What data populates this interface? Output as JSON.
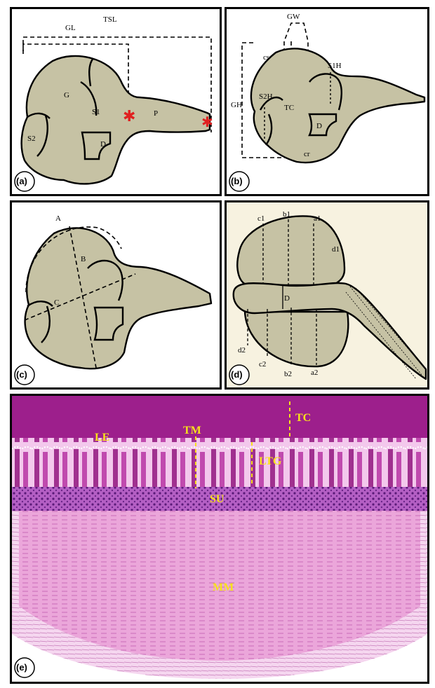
{
  "panels": {
    "a": {
      "tag": "(a)",
      "labels": {
        "tsl": "TSL",
        "gl": "GL",
        "g": "G",
        "s1": "S1",
        "s2": "S2",
        "d": "D",
        "p": "P"
      },
      "marker_color": "#e02020"
    },
    "b": {
      "tag": "(b)",
      "labels": {
        "gw": "GW",
        "cs": "cs",
        "s1h": "S1H",
        "s2h": "S2H",
        "gh": "GH",
        "tc": "TC",
        "d": "D",
        "cr": "cr"
      }
    },
    "c": {
      "tag": "(c)",
      "labels": {
        "a": "A",
        "b": "B",
        "c": "C"
      }
    },
    "d": {
      "tag": "(d)",
      "labels": {
        "c1": "c1",
        "b1": "b1",
        "a1": "a1",
        "d1": "d1",
        "d": "D",
        "d2": "d2",
        "c2": "c2",
        "b2": "b2",
        "a2": "a2"
      }
    },
    "e": {
      "tag": "(e)",
      "labels": {
        "tc": "TC",
        "le": "LE",
        "tm": "TM",
        "ltg": "LTG",
        "su": "SU",
        "mm": "MM"
      },
      "colors": {
        "lumen": "#9d1f8c",
        "muscle": "#e9a5d8",
        "submucosa": "#b668c4",
        "annotation": "#f7e21a"
      }
    }
  }
}
